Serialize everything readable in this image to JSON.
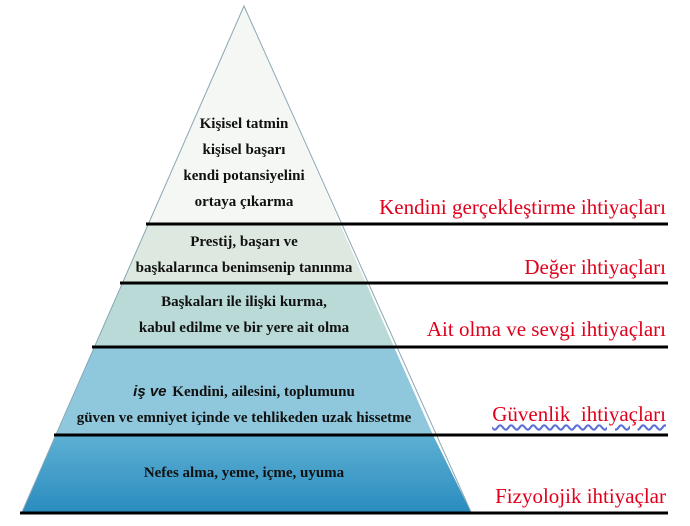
{
  "pyramid": {
    "tiers": [
      {
        "id": "self-actualization",
        "lines": [
          "Kişisel tatmin",
          "kişisel başarı",
          "kendi potansiyelini",
          "ortaya çıkarma"
        ],
        "fill": "#f4f7f3",
        "label": "Kendini gerçekleştirme ihtiyaçları"
      },
      {
        "id": "esteem",
        "lines": [
          "Prestij, başarı ve",
          "başkalarınca benimsenip tanınma"
        ],
        "fill": "#dde9e0",
        "label": "Değer ihtiyaçları"
      },
      {
        "id": "belonging",
        "lines": [
          "Başkaları ile ilişki kurma,",
          "kabul edilme ve bir yere ait olma"
        ],
        "fill": "#b9dad7",
        "label": "Ait olma ve sevgi ihtiyaçları"
      },
      {
        "id": "safety",
        "prefix": "iş ve",
        "lines": [
          "Kendini, ailesini, toplumunu",
          "güven ve emniyet içinde ve tehlikeden uzak hissetme"
        ],
        "fill": "#8fc8dc",
        "label": "Güvenlik  ihtiyaçları"
      },
      {
        "id": "physiological",
        "lines": [
          "Nefes alma, yeme, içme, uyuma"
        ],
        "fill": "#3a9ac4",
        "label": "Fizyolojik ihtiyaçlar"
      }
    ]
  },
  "colors": {
    "label_red": "#e0001b",
    "divider": "#000000",
    "outline": "#8aa7b4"
  }
}
